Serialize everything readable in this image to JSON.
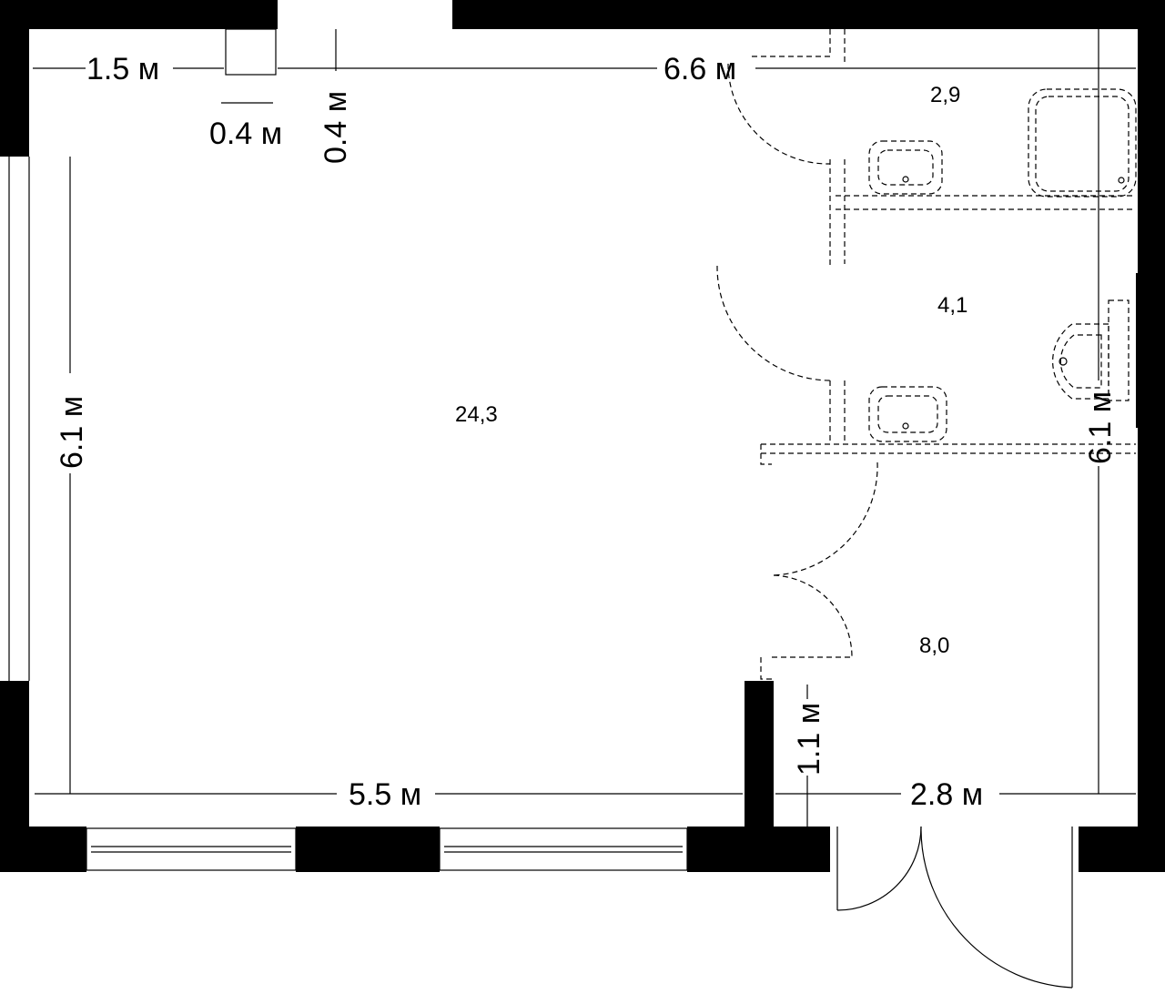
{
  "dimensions": {
    "top_left_width": "1.5 м",
    "top_total_width": "6.6 м",
    "vent_width": "0.4 м",
    "vent_depth": "0.4 м",
    "left_height": "6.1 м",
    "right_height": "6.1 м",
    "bottom_left_width": "5.5 м",
    "bottom_right_width": "2.8 м",
    "entry_depth": "1.1 м"
  },
  "rooms": {
    "main_hall_area": "24,3",
    "bathroom_area": "2,9",
    "wc_area": "4,1",
    "entry_hall_area": "8,0"
  }
}
